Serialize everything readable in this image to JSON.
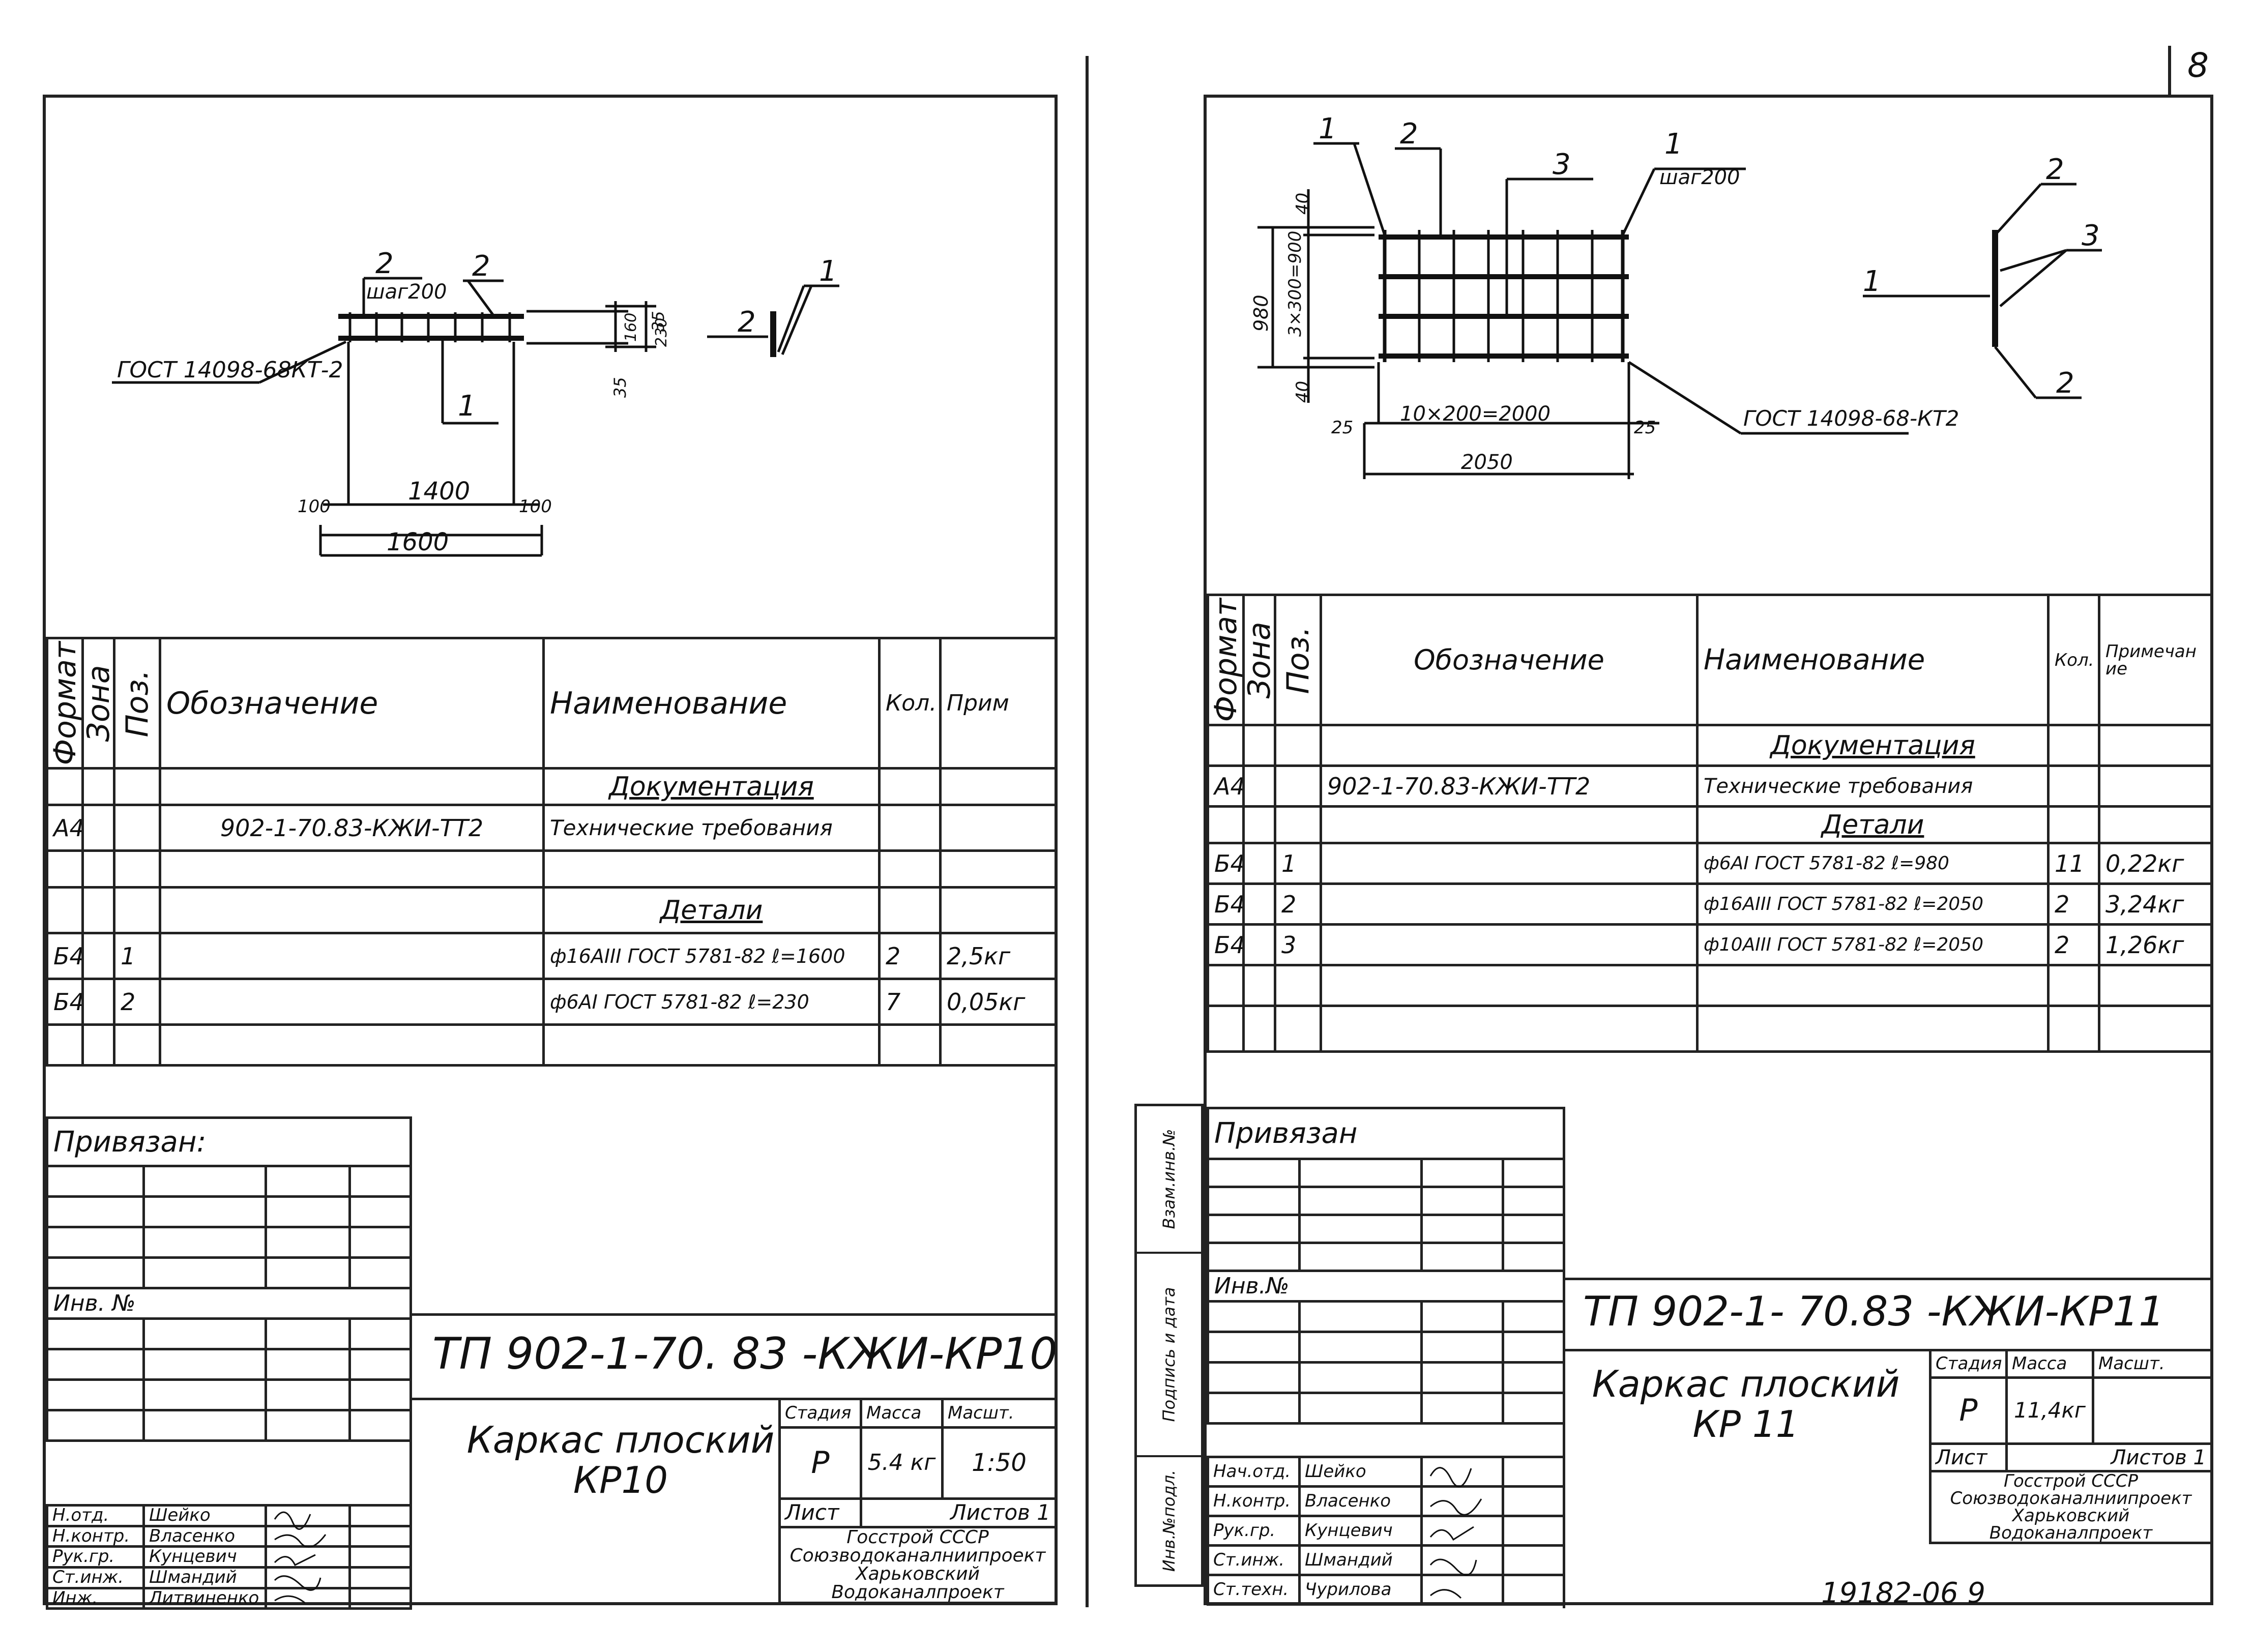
{
  "page_number": "8",
  "archive_number": "19182-06   9",
  "left": {
    "drawing": {
      "callouts": [
        "2",
        "2",
        "1",
        "1",
        "2"
      ],
      "pitch": "шаг200",
      "gost": "ГОСТ 14098-68КТ-2",
      "dims": {
        "d100a": "100",
        "d1400": "1400",
        "d100b": "100",
        "d1600": "1600",
        "d35a": "35",
        "d160": "160",
        "d230": "230",
        "d35b": "35"
      }
    },
    "spec": {
      "headers": {
        "format": "Формат",
        "zone": "Зона",
        "pos": "Поз.",
        "designation": "Обозначение",
        "name": "Наименование",
        "qty": "Кол.",
        "note": "Прим"
      },
      "section_docs": "Документация",
      "doc_row": {
        "format": "А4",
        "designation": "902-1-70.83-КЖИ-ТТ2",
        "name": "Технические требования"
      },
      "section_parts": "Детали",
      "rows": [
        {
          "format": "Б4",
          "pos": "1",
          "name": "ф16АIII ГОСТ 5781-82 ℓ=1600",
          "qty": "2",
          "note": "2,5кг"
        },
        {
          "format": "Б4",
          "pos": "2",
          "name": "ф6АI ГОСТ 5781-82 ℓ=230",
          "qty": "7",
          "note": "0,05кг"
        }
      ]
    },
    "bound": {
      "label": "Привязан:",
      "inv": "Инв. №"
    },
    "title_block": {
      "designation": "ТП 902-1-70. 83 -КЖИ-КР10",
      "title_line1": "Каркас плоский",
      "title_line2": "КР10",
      "headers": {
        "stage": "Стадия",
        "mass": "Масса",
        "scale": "Масшт."
      },
      "stage": "Р",
      "mass": "5.4 кг",
      "scale": "1:50",
      "sheet": "Лист",
      "sheets": "Листов 1",
      "org": [
        "Госстрой СССР",
        "Союзводоканалниипроект",
        "Харьковский",
        "Водоканалпроект"
      ],
      "signers": [
        {
          "role": "Н.отд.",
          "name": "Шейко"
        },
        {
          "role": "Н.контр.",
          "name": "Власенко"
        },
        {
          "role": "Рук.гр.",
          "name": "Кунцевич"
        },
        {
          "role": "Ст.инж.",
          "name": "Шмандий"
        },
        {
          "role": "Инж.",
          "name": "Литвиненко"
        }
      ]
    }
  },
  "right": {
    "drawing": {
      "callouts": [
        "1",
        "2",
        "3",
        "1",
        "2",
        "3",
        "1",
        "2"
      ],
      "pitch": "шаг200",
      "gost": "ГОСТ 14098-68-КТ2",
      "dims": {
        "d40a": "40",
        "d980": "980",
        "d3x300": "3×300=900",
        "d40b": "40",
        "d25a": "25",
        "d10x200": "10×200=2000",
        "d25b": "25",
        "d2050": "2050"
      }
    },
    "spec": {
      "headers": {
        "format": "Формат",
        "zone": "Зона",
        "pos": "Поз.",
        "designation": "Обозначение",
        "name": "Наименование",
        "qty": "Кол.",
        "note": "Примечание"
      },
      "section_docs": "Документация",
      "doc_row": {
        "format": "А4",
        "designation": "902-1-70.83-КЖИ-ТТ2",
        "name": "Технические требования"
      },
      "section_parts": "Детали",
      "rows": [
        {
          "format": "Б4",
          "pos": "1",
          "name": "ф6АI ГОСТ 5781-82 ℓ=980",
          "qty": "11",
          "note": "0,22кг"
        },
        {
          "format": "Б4",
          "pos": "2",
          "name": "ф16АIII ГОСТ 5781-82 ℓ=2050",
          "qty": "2",
          "note": "3,24кг"
        },
        {
          "format": "Б4",
          "pos": "3",
          "name": "ф10АIII ГОСТ 5781-82 ℓ=2050",
          "qty": "2",
          "note": "1,26кг"
        }
      ]
    },
    "side_strip": [
      "Инв.№подл.",
      "Подпись и дата",
      "Взам.инв.№"
    ],
    "bound": {
      "label": "Привязан",
      "inv": "Инв.№"
    },
    "title_block": {
      "designation": "ТП 902-1- 70.83   -КЖИ-КР11",
      "title_line1": "Каркас плоский",
      "title_line2": "КР 11",
      "headers": {
        "stage": "Стадия",
        "mass": "Масса",
        "scale": "Масшт."
      },
      "stage": "Р",
      "mass": "11,4кг",
      "scale": "",
      "sheet": "Лист",
      "sheets": "Листов 1",
      "org": [
        "Госстрой СССР",
        "Союзводоканалниипроект",
        "Харьковский",
        "Водоканалпроект"
      ],
      "signers": [
        {
          "role": "Нач.отд.",
          "name": "Шейко"
        },
        {
          "role": "Н.контр.",
          "name": "Власенко"
        },
        {
          "role": "Рук.гр.",
          "name": "Кунцевич"
        },
        {
          "role": "Ст.инж.",
          "name": "Шмандий"
        },
        {
          "role": "Ст.техн.",
          "name": "Чурилова"
        }
      ]
    }
  }
}
